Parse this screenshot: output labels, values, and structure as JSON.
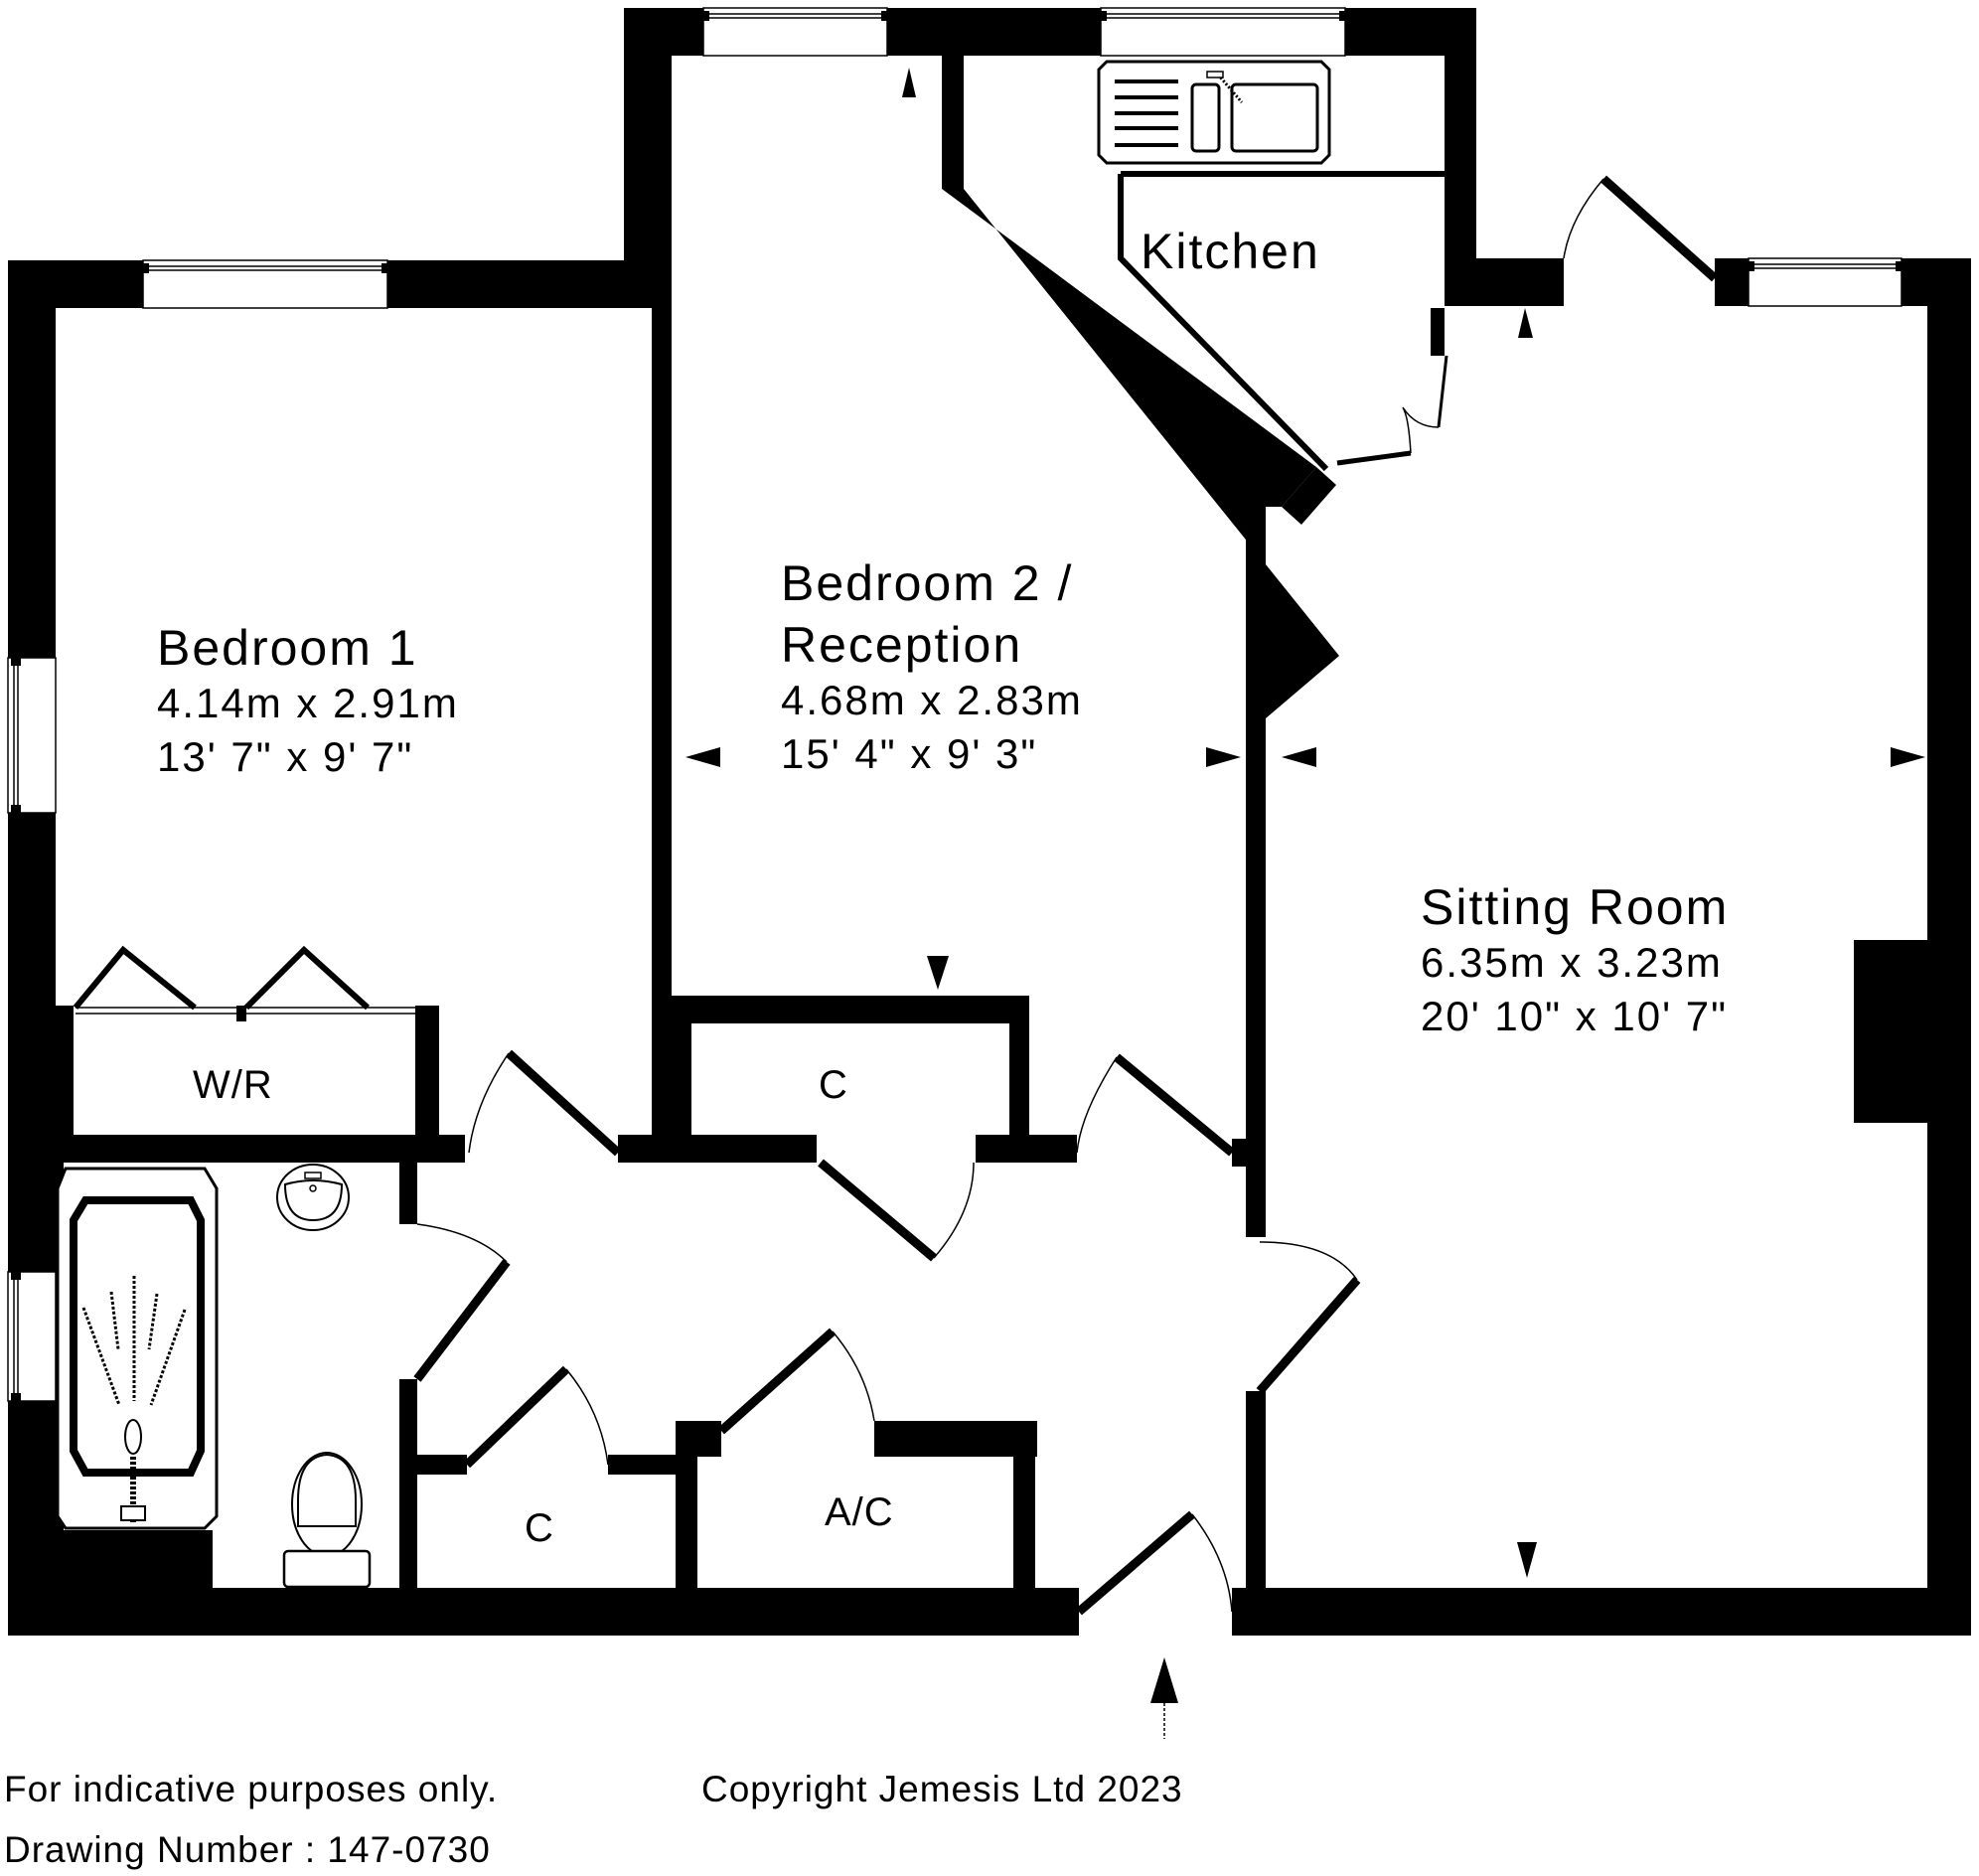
{
  "colors": {
    "wall": "#000000",
    "background": "#ffffff"
  },
  "rooms": {
    "bedroom1": {
      "name": "Bedroom 1",
      "metric": "4.14m x 2.91m",
      "imperial": "13' 7\" x 9' 7\""
    },
    "bedroom2": {
      "name_line1": "Bedroom 2 /",
      "name_line2": "Reception",
      "metric": "4.68m x 2.83m",
      "imperial": "15' 4\" x 9' 3\""
    },
    "kitchen": {
      "name": "Kitchen"
    },
    "sitting_room": {
      "name": "Sitting Room",
      "metric": "6.35m x 3.23m",
      "imperial": "20' 10\" x 10' 7\""
    }
  },
  "cupboards": {
    "wardrobe": "W/R",
    "cupboard_bedroom2": "C",
    "cupboard_hall": "C",
    "airing_cupboard": "A/C"
  },
  "fixtures": [
    "bath-with-shower",
    "wash-basin",
    "toilet",
    "kitchen-sink-with-drainer"
  ],
  "footer": {
    "disclaimer": "For indicative purposes only.",
    "drawing_number": "Drawing Number : 147-0730",
    "copyright": "Copyright Jemesis Ltd 2023"
  }
}
